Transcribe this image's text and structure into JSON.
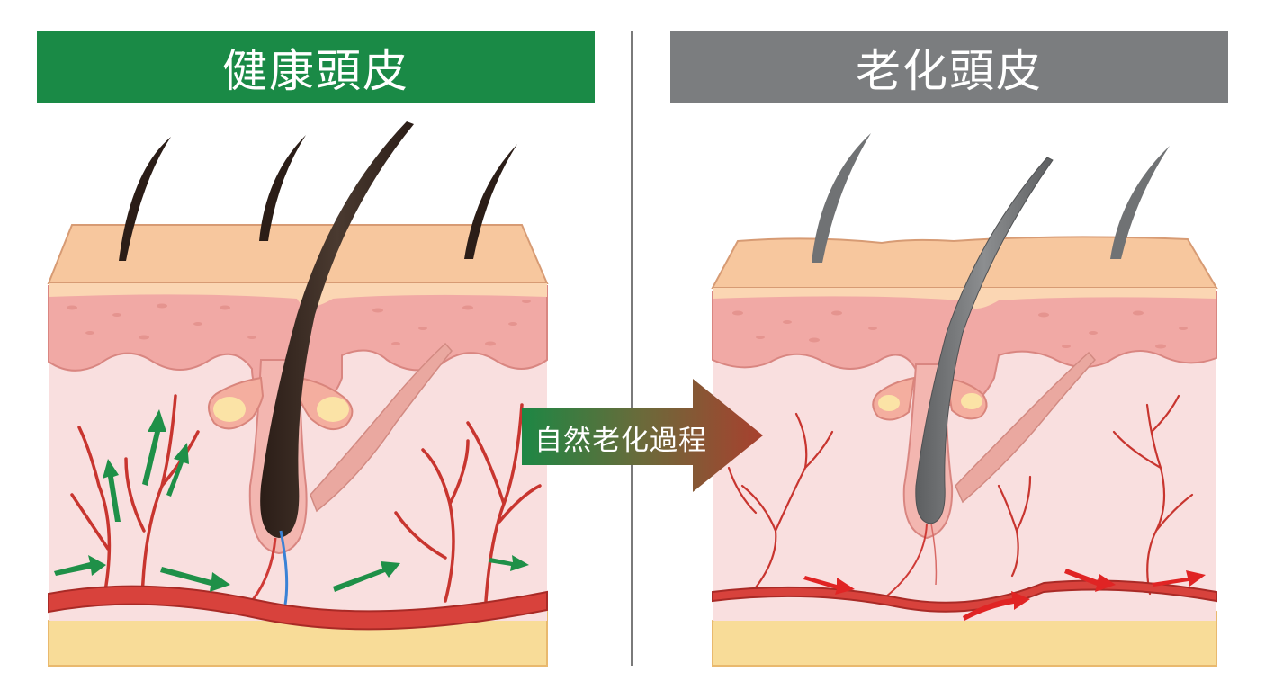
{
  "panels": {
    "healthy": {
      "title": "健康頭皮",
      "header_color": "#1a8a46",
      "hair_color": "#3a2a22",
      "flow_arrow_color": "#1f9048",
      "icons": [
        "hair-strand-icon",
        "sebaceous-gland-icon",
        "blood-vessel-icon",
        "blood-flow-arrow-icon"
      ]
    },
    "aged": {
      "title": "老化頭皮",
      "header_color": "#7b7d7f",
      "hair_color": "#6f7173",
      "flow_arrow_color": "#e02424",
      "icons": [
        "gray-hair-strand-icon",
        "shrunken-gland-icon",
        "thin-blood-vessel-icon",
        "weak-flow-arrow-icon"
      ]
    }
  },
  "transition": {
    "label": "自然老化過程",
    "gradient_start": "#1d8744",
    "gradient_end": "#a8402e"
  },
  "colors": {
    "epidermis": "#f7c79e",
    "dermis_upper": "#f1a9a5",
    "dermis_lower": "#f9dfdf",
    "fat_layer": "#f8dc98",
    "vessel": "#cf3a36",
    "divider": "#7a7a7a"
  }
}
